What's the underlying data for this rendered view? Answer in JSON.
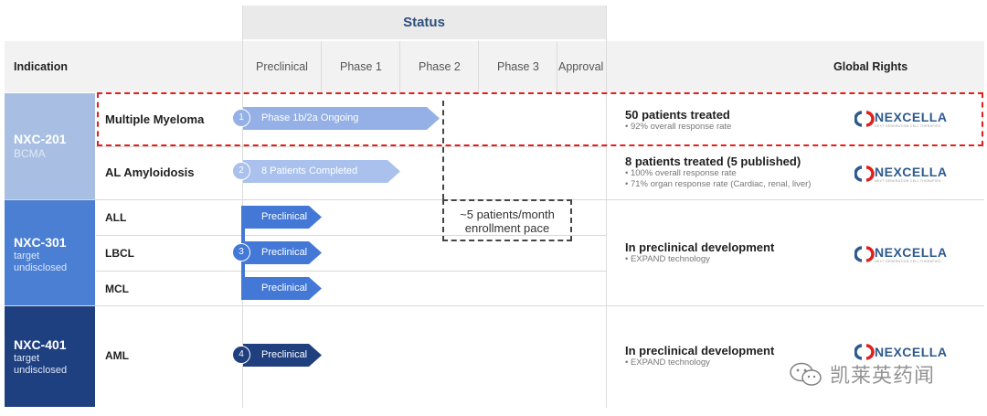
{
  "header": {
    "status_title": "Status",
    "indication": "Indication",
    "phases": [
      "Preclinical",
      "Phase 1",
      "Phase 2",
      "Phase 3",
      "Approval"
    ],
    "global_rights": "Global Rights"
  },
  "programs": [
    {
      "name": "NXC-201",
      "target": "BCMA",
      "color": "#a8bfe3"
    },
    {
      "name": "NXC-301",
      "target": "target\nundisclosed",
      "color": "#4a7fd4"
    },
    {
      "name": "NXC-401",
      "target": "target\nundisclosed",
      "color": "#1e3f80"
    }
  ],
  "indications": [
    "Multiple Myeloma",
    "AL Amyloidosis",
    "ALL",
    "LBCL",
    "MCL",
    "AML"
  ],
  "progress": [
    {
      "number": "1",
      "label": "Phase 1b/2a Ongoing",
      "color": "#94b0e6"
    },
    {
      "number": "2",
      "label": "8 Patients Completed",
      "color": "#a9c1ec"
    },
    {
      "number": "3",
      "label": "Preclinical",
      "color": "#4378d6"
    },
    {
      "number": "",
      "label": "Preclinical",
      "color": "#4378d6"
    },
    {
      "number": "",
      "label": "Preclinical",
      "color": "#4378d6"
    },
    {
      "number": "4",
      "label": "Preclinical",
      "color": "#1f3f7f"
    }
  ],
  "enrollment_note": {
    "line1": "~5 patients/month",
    "line2": "enrollment pace"
  },
  "rights": [
    {
      "title": "50 patients treated",
      "bullets": [
        "• 92% overall response rate"
      ]
    },
    {
      "title": "8 patients treated (5 published)",
      "bullets": [
        "• 100% overall response rate",
        "• 71% organ response rate (Cardiac, renal, liver)"
      ]
    },
    {
      "title": "In preclinical development",
      "bullets": [
        "• EXPAND technology"
      ]
    },
    {
      "title": "In preclinical development",
      "bullets": [
        "• EXPAND technology"
      ]
    }
  ],
  "logo": {
    "text": "NEXCELLA",
    "tagline": "NEXT GENERATION CELL THERAPIES"
  },
  "watermark": "凯莱英药闻",
  "colors": {
    "accent_red": "#e0201c",
    "dash_dark": "#444444"
  }
}
